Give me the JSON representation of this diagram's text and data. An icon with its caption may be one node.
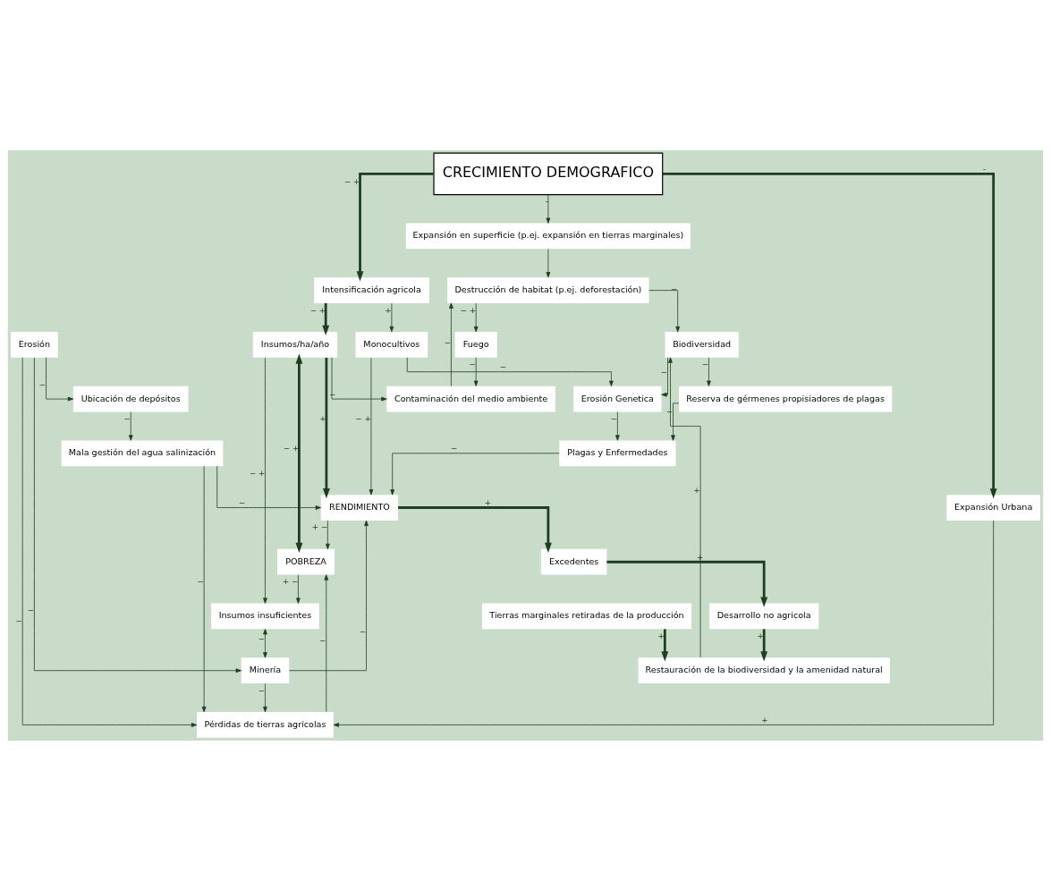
{
  "diagram": {
    "nodes": [
      {
        "text": [
          "CRECIMIENTO DEMOGRAFICO"
        ]
      },
      {
        "text": [
          "Expansión en superficie (p.ej. expansión en tierras marginales)"
        ]
      },
      {
        "text": [
          "Expansión Urbana"
        ]
      },
      {
        "text": [
          "Intensificación agricola"
        ]
      },
      {
        "text": [
          "Destrucción de habitat (p.ej. deforestación)"
        ]
      },
      {
        "text": [
          "Contaminación del medio ambiente"
        ]
      },
      {
        "text": [
          "Insumos/ha/año"
        ]
      },
      {
        "text": [
          "Monocultivos"
        ]
      },
      {
        "text": [
          "Fuego"
        ]
      },
      {
        "text": [
          "Biodiversidad"
        ]
      },
      {
        "text": [
          "Erosión Genetica"
        ]
      },
      {
        "text": [
          "Insumos insuficientes"
        ]
      },
      {
        "text": [
          "POBREZA"
        ]
      },
      {
        "text": [
          "RENDIMIENTO"
        ]
      },
      {
        "text": [
          "Reserva de gérmenes propisiadores de plagas"
        ]
      },
      {
        "text": [
          "Erosión"
        ]
      },
      {
        "text": [
          "Minería"
        ]
      },
      {
        "text": [
          "Tierras marginales retiradas de la producción"
        ]
      },
      {
        "text": [
          "Excedentes"
        ]
      },
      {
        "text": [
          "Ubicación de depósitos"
        ]
      },
      {
        "text": [
          "Pérdidas de tierras agrícolas"
        ]
      },
      {
        "text": [
          "Plagas y Enfermedades"
        ]
      },
      {
        "text": [
          "Desarrollo no agricola"
        ]
      },
      {
        "text": [
          "Mala gestión del agua salinización"
        ]
      },
      {
        "text": [
          "Restauración de la biodiversidad y la amenidad natural"
        ]
      }
    ],
    "edges": [
      {
        "from": 0,
        "to": 1,
        "arrow": "to",
        "label": "-"
      },
      {
        "from": 0,
        "to": 2,
        "arrow": "to",
        "label": "-",
        "style": "thick"
      },
      {
        "from": 0,
        "to": 3,
        "arrow": "to",
        "label": "− +",
        "style": "thick"
      },
      {
        "from": 2,
        "to": 20,
        "arrow": "to",
        "label": "+"
      },
      {
        "from": 3,
        "to": 6,
        "arrow": "to",
        "label": "− +",
        "style": "thick"
      },
      {
        "from": 3,
        "to": 7,
        "arrow": "to",
        "label": "+"
      },
      {
        "from": 1,
        "to": 4,
        "arrow": "to"
      },
      {
        "from": 6,
        "to": 5,
        "arrow": "to",
        "label": "−"
      },
      {
        "from": 5,
        "to": 4,
        "arrow": "to",
        "label": "−"
      },
      {
        "from": 6,
        "to": 11,
        "arrow": "to",
        "label": "− +"
      },
      {
        "from": 6,
        "to": 13,
        "arrow": "to",
        "label": "+",
        "style": "thick"
      },
      {
        "from": 6,
        "to": 12,
        "arrow": "both",
        "label": "− +",
        "style": "thick"
      },
      {
        "from": 7,
        "to": 13,
        "arrow": "to",
        "label": "− +"
      },
      {
        "from": 7,
        "to": 10,
        "arrow": "to",
        "label": "−"
      },
      {
        "from": 4,
        "to": 8,
        "arrow": "to",
        "label": "− +"
      },
      {
        "from": 8,
        "to": 5,
        "arrow": "to",
        "label": "−"
      },
      {
        "from": 4,
        "to": 9,
        "arrow": "to",
        "label": "−"
      },
      {
        "from": 9,
        "to": 10,
        "arrow": "to",
        "label": "−"
      },
      {
        "from": 9,
        "to": 14,
        "arrow": "to",
        "label": "−"
      },
      {
        "from": 14,
        "to": 21,
        "arrow": "to",
        "label": "−"
      },
      {
        "from": 10,
        "to": 21,
        "arrow": "to",
        "label": "−"
      },
      {
        "from": 13,
        "to": 12,
        "arrow": "to",
        "label": "+ −"
      },
      {
        "from": 12,
        "to": 11,
        "arrow": "to",
        "label": "+ −"
      },
      {
        "from": 11,
        "to": 16,
        "arrow": "both",
        "label": "−"
      },
      {
        "from": 16,
        "to": 13,
        "arrow": "to",
        "label": "−"
      },
      {
        "from": 16,
        "to": 20,
        "arrow": "to",
        "label": "−"
      },
      {
        "from": 15,
        "to": 16,
        "arrow": "to",
        "label": "−"
      },
      {
        "from": 15,
        "to": 20,
        "arrow": "to",
        "label": "−"
      },
      {
        "from": 15,
        "to": 19,
        "arrow": "to",
        "label": "−"
      },
      {
        "from": 19,
        "to": 23,
        "arrow": "to",
        "label": "−"
      },
      {
        "from": 23,
        "to": 20,
        "arrow": "to",
        "label": "−"
      },
      {
        "from": 23,
        "to": 13,
        "arrow": "to",
        "label": "−"
      },
      {
        "from": 20,
        "to": 12,
        "arrow": "to",
        "label": "−"
      },
      {
        "from": 13,
        "to": 18,
        "arrow": "to",
        "label": "+",
        "style": "thick"
      },
      {
        "from": 18,
        "to": 22,
        "arrow": "to",
        "label": "+",
        "style": "thick"
      },
      {
        "from": 21,
        "to": 13,
        "arrow": "to",
        "label": "−"
      },
      {
        "from": 17,
        "to": 24,
        "arrow": "to",
        "label": "+",
        "style": "thick"
      },
      {
        "from": 22,
        "to": 24,
        "arrow": "to",
        "label": "+",
        "style": "thick"
      },
      {
        "from": 24,
        "to": 9,
        "arrow": "to",
        "label": "+"
      }
    ]
  }
}
